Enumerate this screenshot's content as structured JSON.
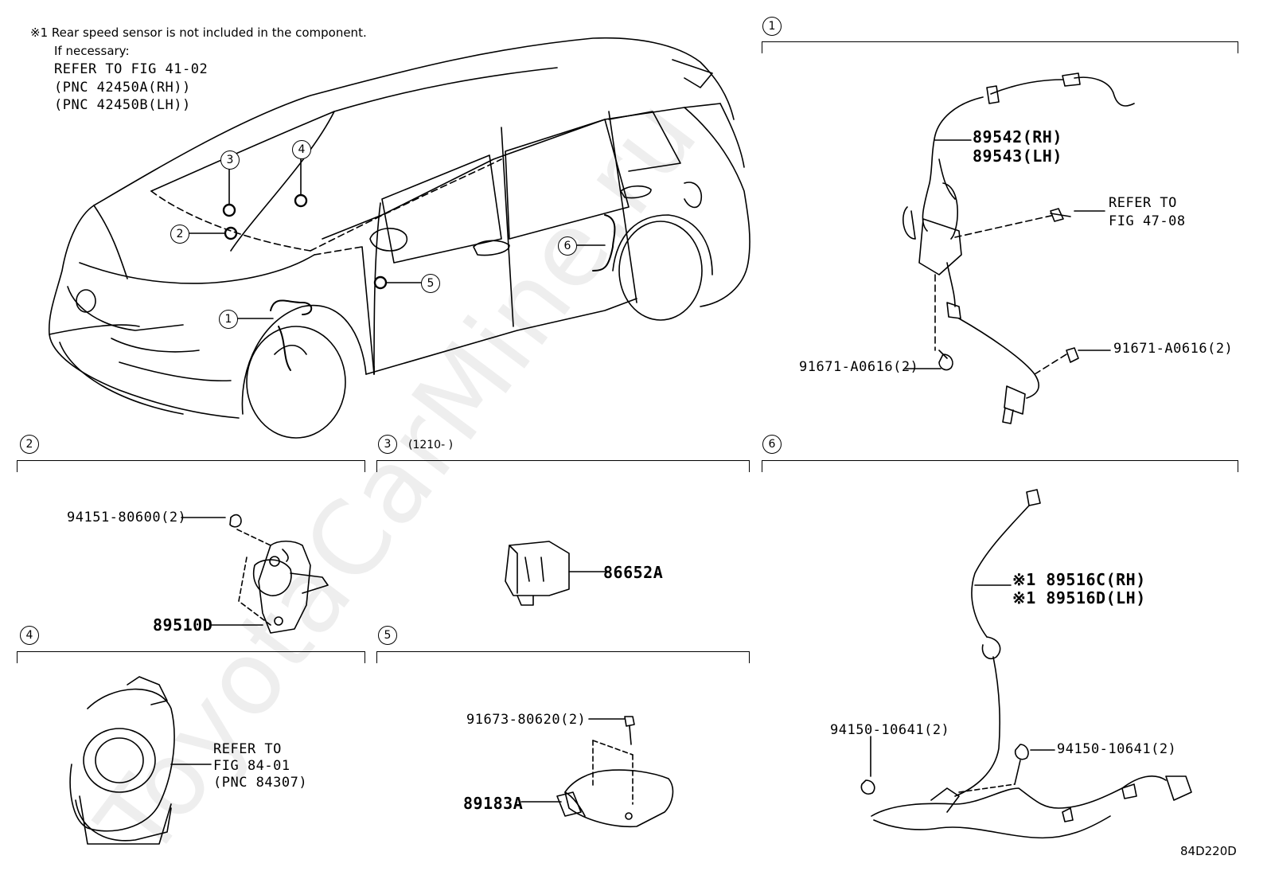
{
  "note": {
    "line1": "※1 Rear speed sensor is not included in the component.",
    "line2": "If necessary:",
    "line3": "REFER TO FIG 41-02",
    "line4": "(PNC 42450A(RH))",
    "line5": "(PNC 42450B(LH))"
  },
  "callouts": {
    "c1": "1",
    "c2": "2",
    "c3": "3",
    "c4": "4",
    "c5": "5",
    "c6": "6"
  },
  "sections": {
    "s1": {
      "num": "1"
    },
    "s2": {
      "num": "2"
    },
    "s3": {
      "num": "3",
      "suffix": "(1210-      )"
    },
    "s4": {
      "num": "4"
    },
    "s5": {
      "num": "5"
    },
    "s6": {
      "num": "6"
    }
  },
  "parts": {
    "p89542": "89542(RH)",
    "p89543": "89543(LH)",
    "refer1a": "REFER TO",
    "refer1b": "FIG 47-08",
    "bolt1L": "91671-A0616(2)",
    "bolt1R": "91671-A0616(2)",
    "nut2": "94151-80600(2)",
    "p89510D": "89510D",
    "p86652A": "86652A",
    "refer4a": "REFER TO",
    "refer4b": "FIG 84-01",
    "refer4c": "(PNC 84307)",
    "bolt5": "91673-80620(2)",
    "p89183A": "89183A",
    "p89516C": "※1 89516C(RH)",
    "p89516D": "※1 89516D(LH)",
    "nut6L": "94150-10641(2)",
    "nut6R": "94150-10641(2)"
  },
  "diagram_code": "84D220D",
  "watermark": "ToyotaCarMine.ru"
}
